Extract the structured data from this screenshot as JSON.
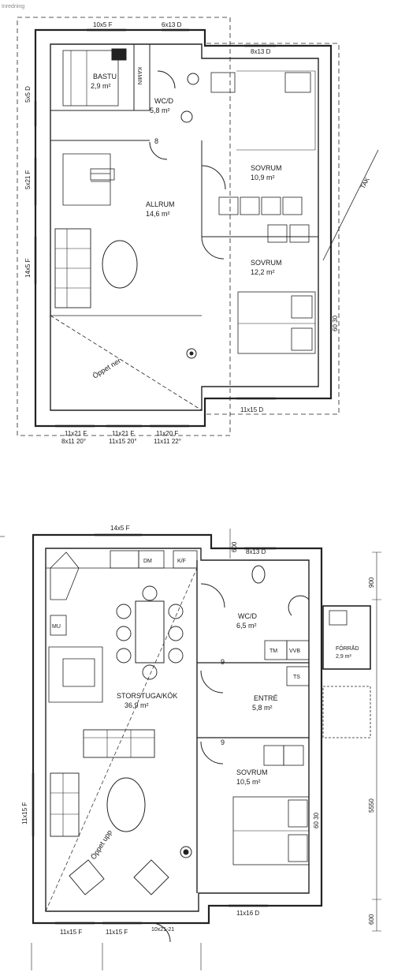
{
  "watermark": "Inredning",
  "upper_floor": {
    "rooms": {
      "bastu_name": "BASTU",
      "bastu_area": "2,9 m²",
      "wcd_name": "WC/D",
      "wcd_area": "5,8 m²",
      "sovrum1_name": "SOVRUM",
      "sovrum1_area": "10,9 m²",
      "allrum_name": "ALLRUM",
      "allrum_area": "14,6 m²",
      "sovrum2_name": "SOVRUM",
      "sovrum2_area": "12,2 m²"
    },
    "windows": {
      "top1": "10x5 F",
      "top2": "6x13 D",
      "top3": "8x13 D",
      "left1": "5x5 D",
      "left2": "5x21 F",
      "left3": "14x5 F",
      "bottom_right": "11x15 D",
      "bottom1": "11x21 F",
      "bottom1_sub": "8x11 20°",
      "bottom2": "11x21 F",
      "bottom2_sub": "11x15 20°",
      "bottom3": "11x20 F",
      "bottom3_sub": "11x11 22°"
    },
    "misc": {
      "door_num": "8",
      "opening": "Öppet ner",
      "roof": "TAK",
      "right_dim": "60 30",
      "sauna_tag": "KAMIN"
    }
  },
  "lower_floor": {
    "rooms": {
      "storstuga_name": "STORSTUGA/KÖK",
      "storstuga_area": "36,9 m²",
      "wcd_name": "WC/D",
      "wcd_area": "6,5 m²",
      "entre_name": "ENTRÉ",
      "entre_area": "5,8 m²",
      "sovrum_name": "SOVRUM",
      "sovrum_area": "10,5 m²",
      "forrad_name": "FÖRRÅD",
      "forrad_area": "2,9 m²"
    },
    "fixtures": {
      "dm": "DM",
      "kf": "K/F",
      "mu": "MU",
      "tm": "TM",
      "vvb": "VVB",
      "ts": "TS"
    },
    "windows": {
      "top": "14x5 F",
      "top_right": "8x13 D",
      "left": "11x15 F",
      "bottom1": "11x15 F",
      "bottom2": "11x15 F",
      "bottom_door": "10x21-21",
      "bottom_right": "11x16 D"
    },
    "dims": {
      "d600_top": "600",
      "d900": "900",
      "d5550": "5550",
      "d600_bot": "600",
      "right_dim": "60 30"
    },
    "misc": {
      "door_num1": "9",
      "door_num2": "9",
      "opening": "Öppet upp"
    }
  }
}
